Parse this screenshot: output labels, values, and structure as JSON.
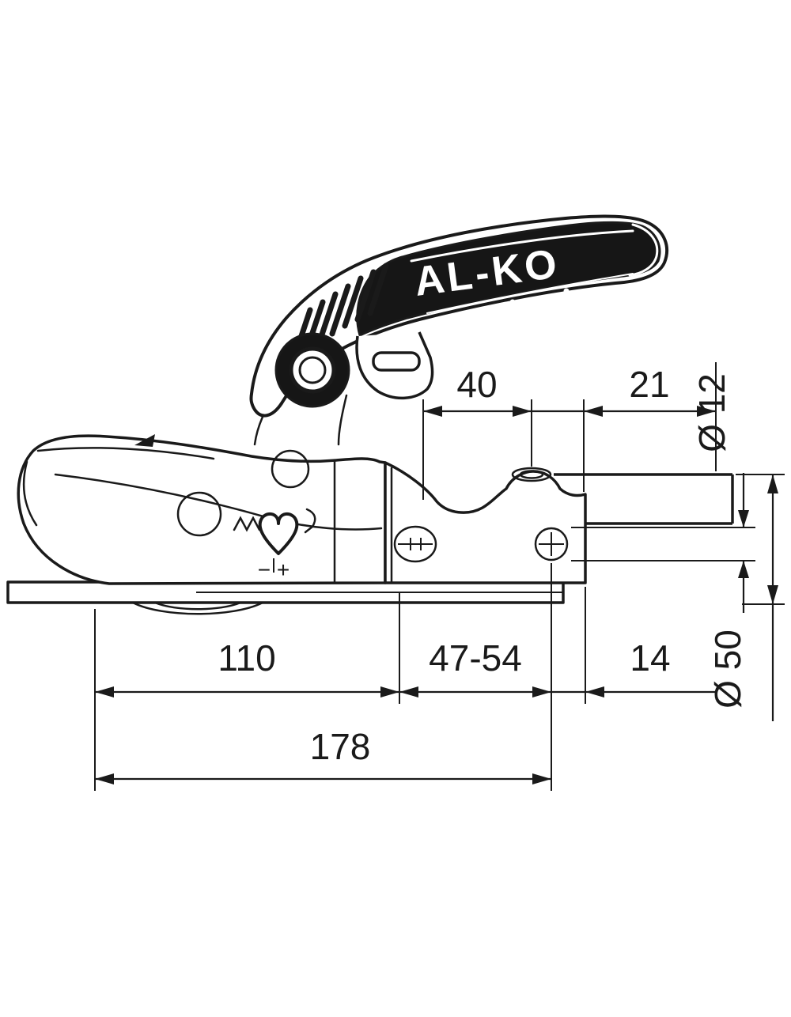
{
  "meta": {
    "background": "#ffffff",
    "ink": "#1a1a1a",
    "description": "Technical line drawing of an AL-KO trailer coupling hitch with dimension annotations"
  },
  "drawing": {
    "brand_label": "AL-KO",
    "indicator_label": "− +"
  },
  "dimensions": {
    "top_width_40": "40",
    "top_width_21": "21",
    "hole_diameter": "Ø 12",
    "bottom_width_110": "110",
    "bottom_width_47_54": "47-54",
    "bottom_width_14": "14",
    "tube_diameter": "Ø 50",
    "overall_length_178": "178"
  }
}
